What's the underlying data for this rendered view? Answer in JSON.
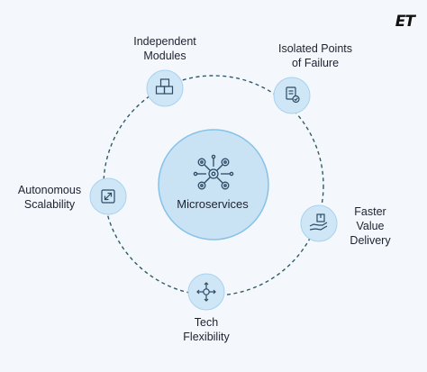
{
  "logo": "ET",
  "center": {
    "label": "Microservices",
    "icon": "gear-network-icon"
  },
  "nodes": [
    {
      "id": "modules",
      "lines": [
        "Independent",
        "Modules"
      ],
      "icon": "cubes-icon"
    },
    {
      "id": "isolation",
      "lines": [
        "Isolated Points",
        "of Failure"
      ],
      "icon": "document-check-icon"
    },
    {
      "id": "delivery",
      "lines": [
        "Faster",
        "Value",
        "Delivery"
      ],
      "icon": "hand-package-icon"
    },
    {
      "id": "flexibility",
      "lines": [
        "Tech",
        "Flexibility"
      ],
      "icon": "network-arrows-icon"
    },
    {
      "id": "scalability",
      "lines": [
        "Autonomous",
        "Scalability"
      ],
      "icon": "expand-arrow-icon"
    }
  ],
  "colors": {
    "background": "#f4f7fb",
    "ring": "#2f5a68",
    "node_fill": "#cfe6f6",
    "center_fill": "#c9e3f5",
    "center_stroke": "#86c2e8",
    "icon": "#2d4a63"
  }
}
